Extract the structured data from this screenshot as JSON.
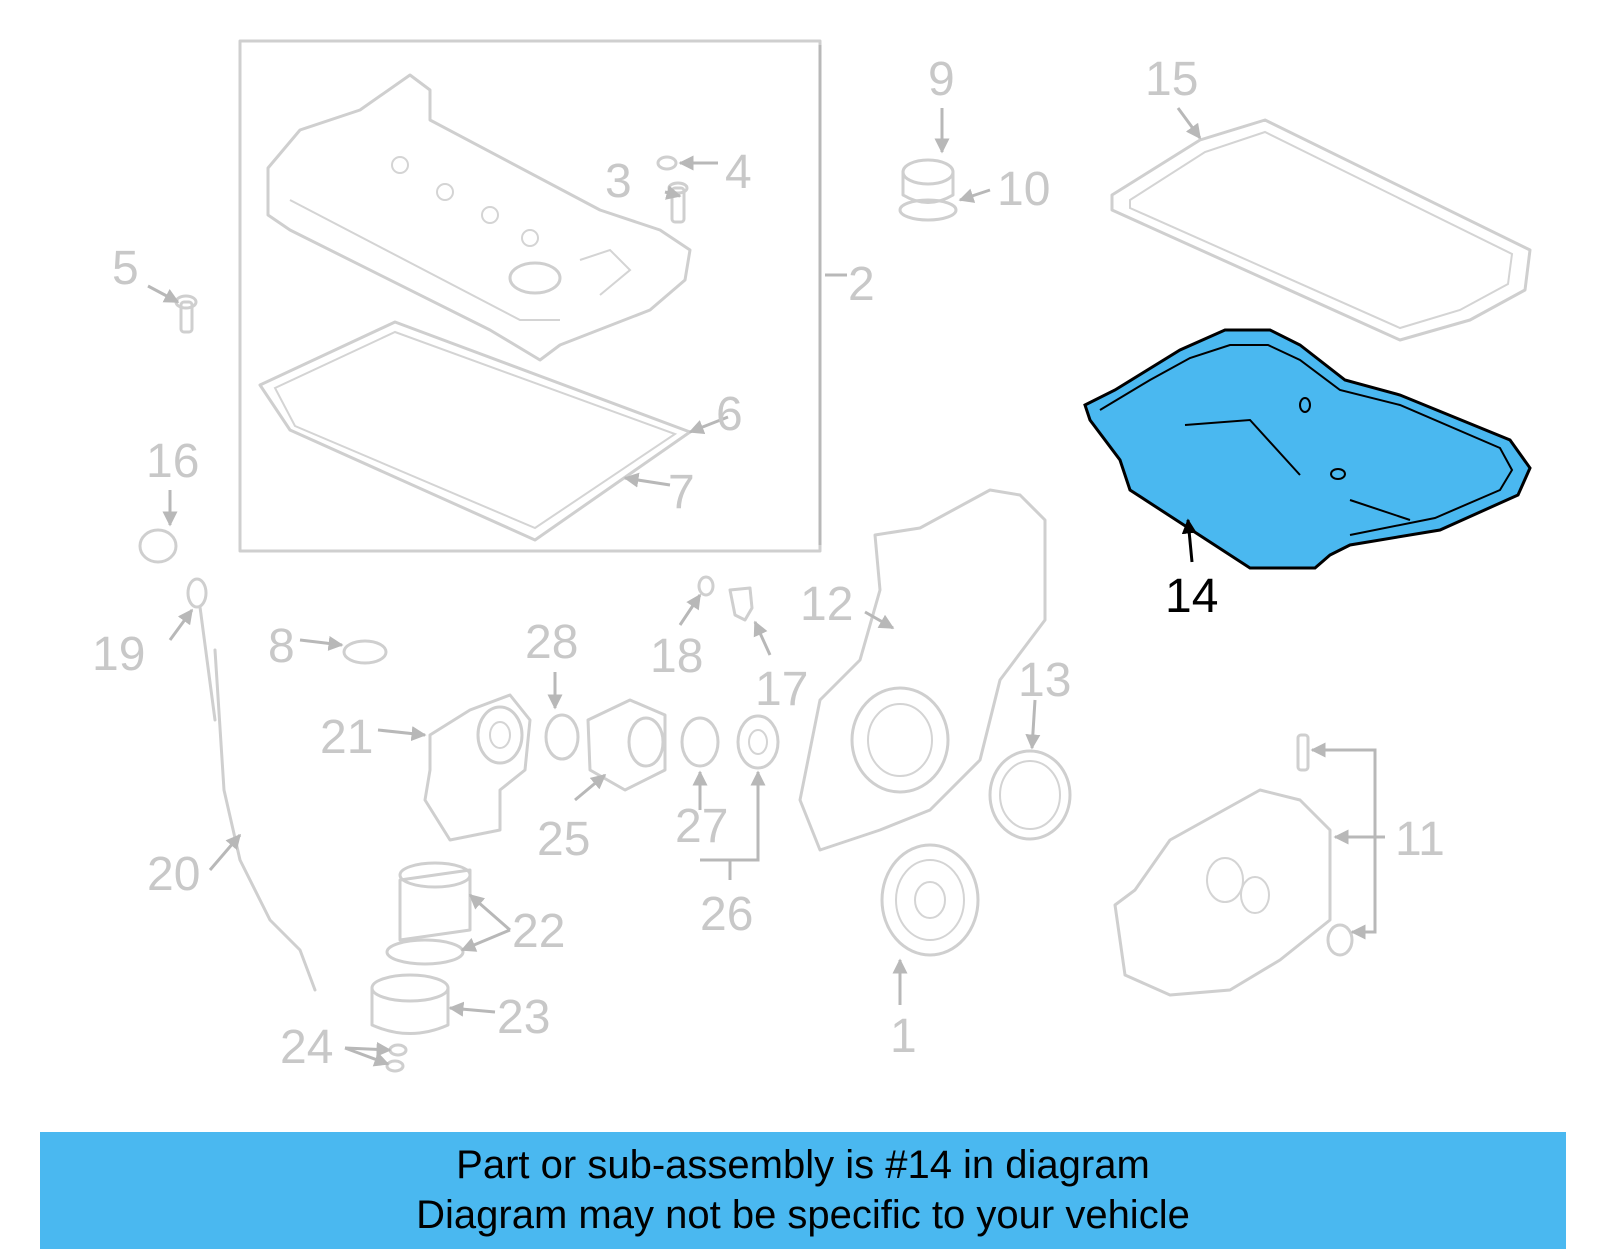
{
  "diagram": {
    "highlighted_part": "14",
    "highlight_color": "#4ab8f0",
    "callouts": [
      "1",
      "2",
      "3",
      "4",
      "5",
      "6",
      "7",
      "8",
      "9",
      "10",
      "11",
      "12",
      "13",
      "14",
      "15",
      "16",
      "17",
      "18",
      "19",
      "20",
      "21",
      "22",
      "23",
      "24",
      "25",
      "26",
      "27",
      "28"
    ]
  },
  "banner": {
    "line1": "Part or sub-assembly is #14 in diagram",
    "line2": "Diagram may not be specific to your vehicle",
    "background": "#4ab8f0"
  }
}
